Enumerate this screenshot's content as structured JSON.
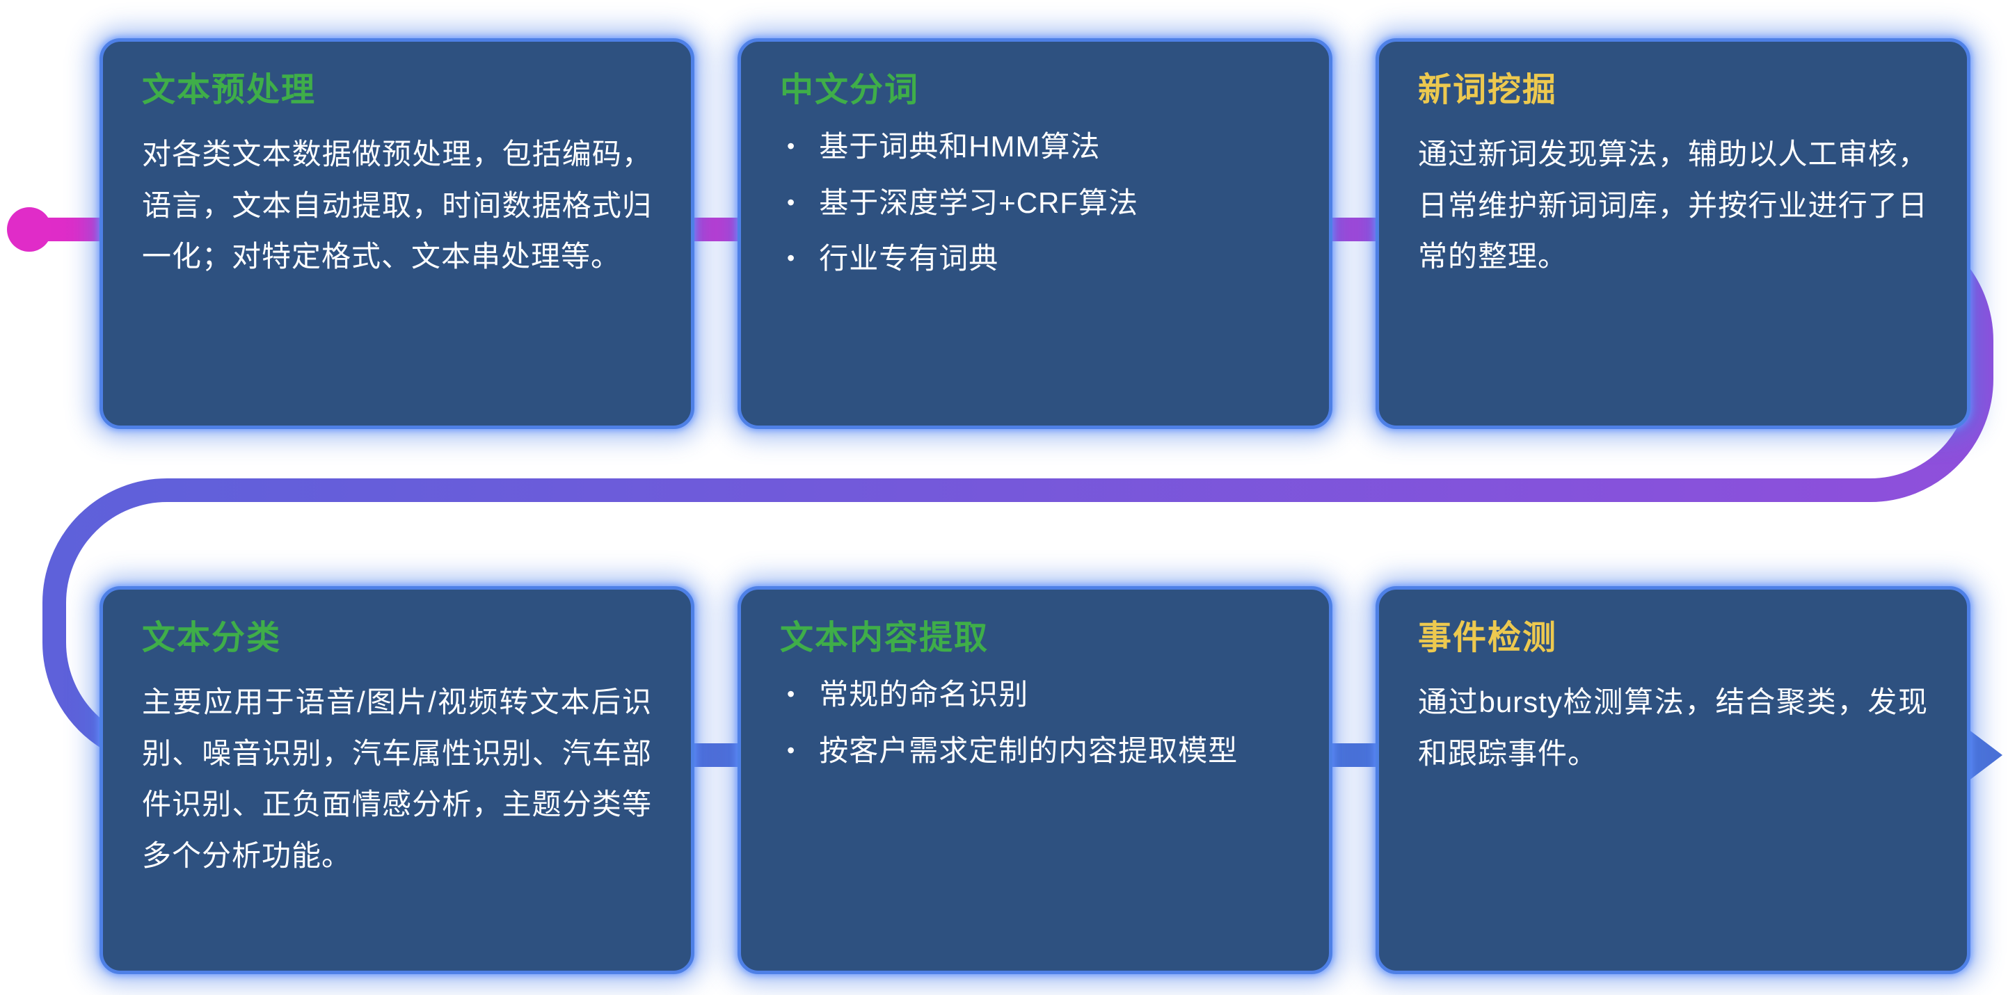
{
  "ui": {
    "bullet": "•"
  },
  "theme": {
    "background": "#ffffff",
    "card_bg": "#2e5180",
    "card_border_glow": "#4e80e6",
    "title_green": "#3fae49",
    "title_yellow": "#edc94f",
    "body_text": "#ffffff",
    "flow_start_magenta": "#e02cc8",
    "flow_mid_purple": "#8f4fdb",
    "flow_end_blue": "#4a70d6"
  },
  "flow": {
    "start_dot_color": "#e02cc8",
    "arrow_color": "#4a70d6",
    "gradient_stops": [
      "#e02cc8",
      "#b33cd4",
      "#8f4fdb",
      "#5e61da",
      "#4a70d6"
    ]
  },
  "cards": [
    {
      "id": "text-preprocessing",
      "title": "文本预处理",
      "title_color": "green",
      "type": "paragraph",
      "body": "对各类文本数据做预处理，包括编码，语言，文本自动提取，时间数据格式归一化；对特定格式、文本串处理等。"
    },
    {
      "id": "chinese-word-segmentation",
      "title": "中文分词",
      "title_color": "green",
      "type": "bullets",
      "bullets": [
        "基于词典和HMM算法",
        "基于深度学习+CRF算法",
        "行业专有词典"
      ]
    },
    {
      "id": "new-word-mining",
      "title": "新词挖掘",
      "title_color": "yellow",
      "type": "paragraph",
      "body": "通过新词发现算法，辅助以人工审核，日常维护新词词库，并按行业进行了日常的整理。"
    },
    {
      "id": "text-classification",
      "title": "文本分类",
      "title_color": "green",
      "type": "paragraph",
      "body": "主要应用于语音/图片/视频转文本后识别、噪音识别，汽车属性识别、汽车部件识别、正负面情感分析，主题分类等多个分析功能。"
    },
    {
      "id": "text-content-extraction",
      "title": "文本内容提取",
      "title_color": "green",
      "type": "bullets",
      "bullets": [
        "常规的命名识别",
        "按客户需求定制的内容提取模型"
      ]
    },
    {
      "id": "event-detection",
      "title": "事件检测",
      "title_color": "yellow",
      "type": "paragraph",
      "body": "通过bursty检测算法，结合聚类，发现和跟踪事件。"
    }
  ]
}
